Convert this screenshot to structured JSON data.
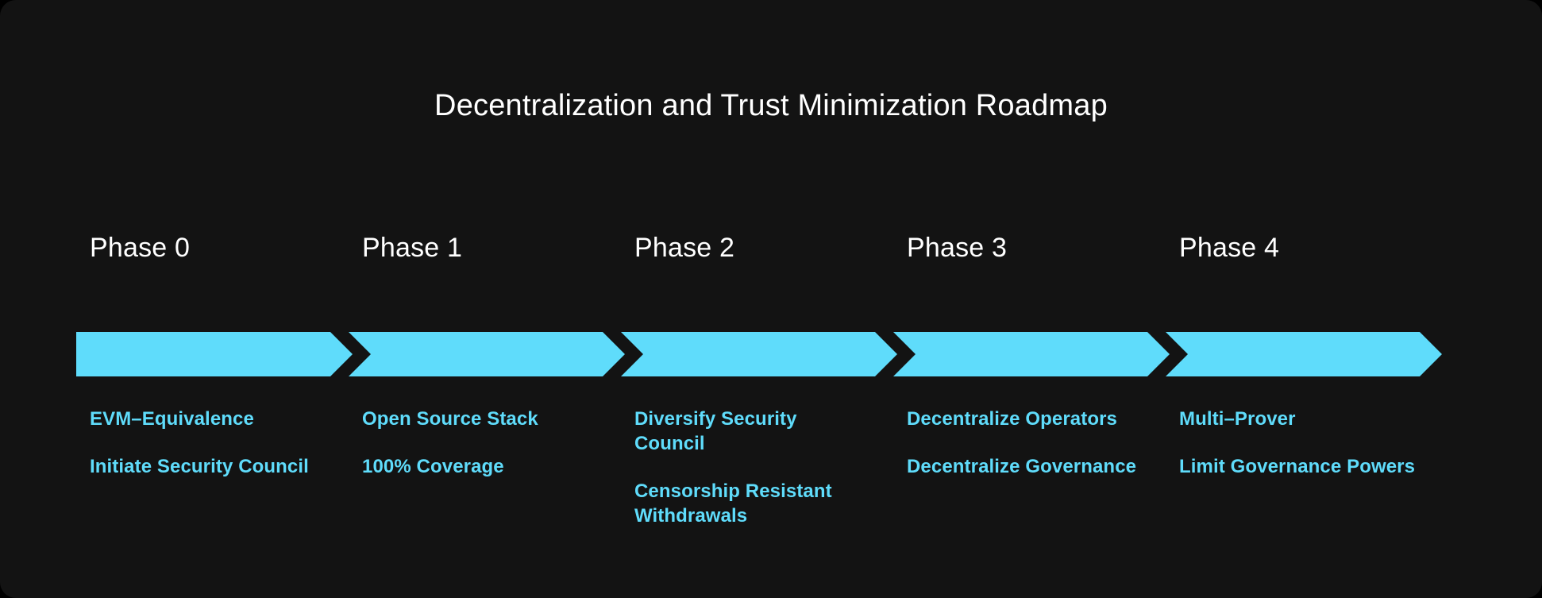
{
  "card": {
    "background_color": "#131313",
    "outer_background_color": "#000000"
  },
  "title": "Decentralization and Trust Minimization Roadmap",
  "theme": {
    "accent_color": "#5FDCFB",
    "title_color": "#FFFFFF",
    "phase_label_color": "#FFFFFF"
  },
  "phases": [
    {
      "label": "Phase 0",
      "items": [
        "EVM–Equivalence",
        "Initiate Security Council"
      ]
    },
    {
      "label": "Phase 1",
      "items": [
        "Open Source Stack",
        "100% Coverage"
      ]
    },
    {
      "label": "Phase 2",
      "items": [
        "Diversify Security Council",
        "Censorship Resistant Withdrawals"
      ]
    },
    {
      "label": "Phase 3",
      "items": [
        "Decentralize Operators",
        "Decentralize Governance"
      ]
    },
    {
      "label": "Phase 4",
      "items": [
        "Multi–Prover",
        "Limit Governance Powers"
      ]
    }
  ]
}
